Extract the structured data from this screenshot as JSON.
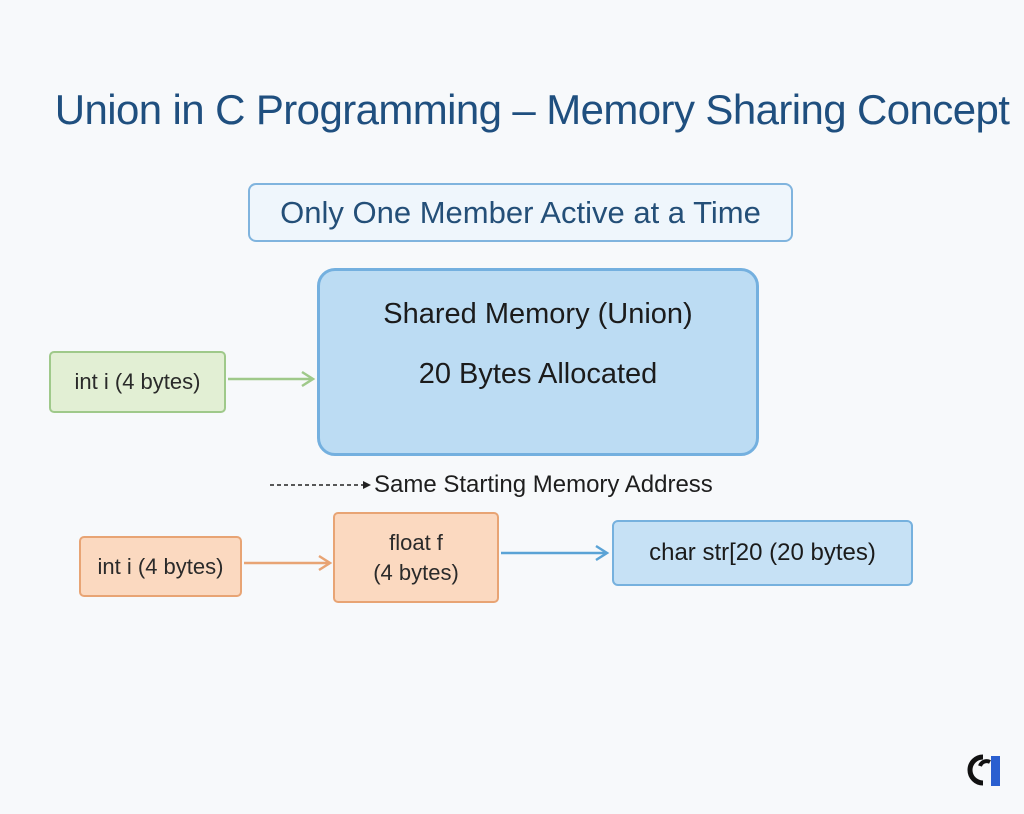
{
  "title": "Union in C Programming – Memory Sharing Concept",
  "subtitle": "Only One Member Active at a Time",
  "shared_memory": {
    "label": "Shared Memory (Union)",
    "size": "20 Bytes Allocated"
  },
  "members_top": {
    "int": "int i (4 bytes)"
  },
  "address_note": "Same Starting Memory Address",
  "members_bottom": {
    "int": "int i (4 bytes)",
    "float_line1": "float f",
    "float_line2": "(4 bytes)",
    "char": "char str[20 (20 bytes)"
  },
  "colors": {
    "green": "#9fc98a",
    "orange": "#e8a474",
    "blue": "#74b0df",
    "title": "#1f4f7f"
  },
  "icons": [
    "arrow-right-icon",
    "dashed-arrow-icon",
    "logo-icon"
  ]
}
